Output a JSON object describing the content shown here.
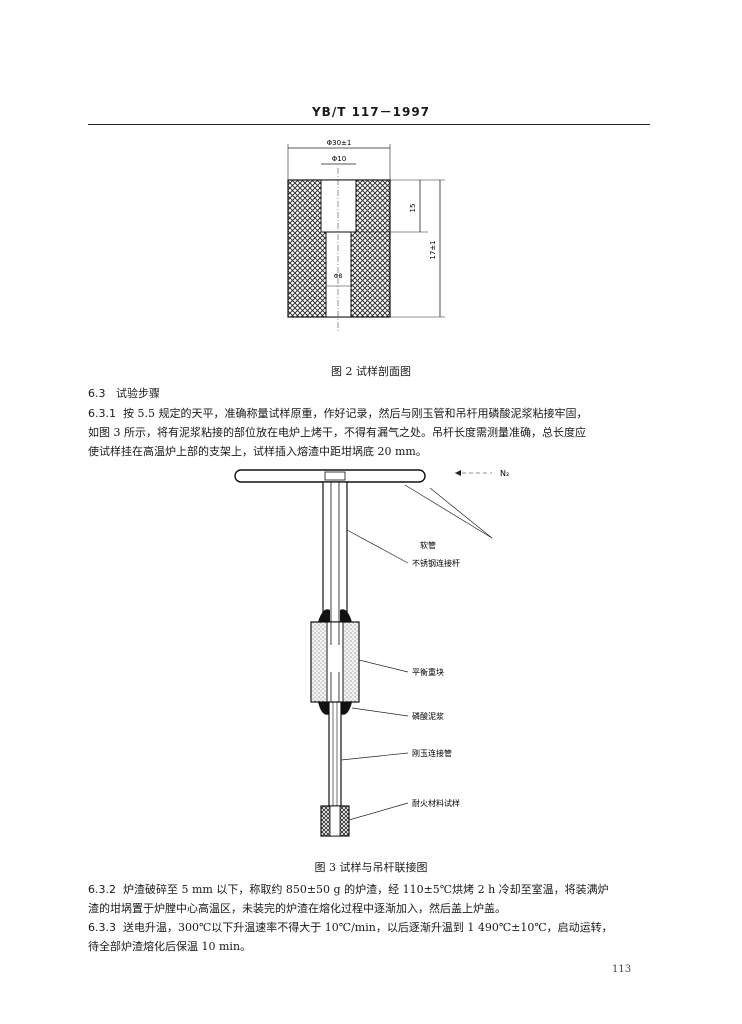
{
  "header": {
    "standard": "YB/T 117－1997"
  },
  "figure2": {
    "caption": "图 2   试样剖面图",
    "dim_outer": "Φ30±1",
    "dim_top_hole": "Φ10",
    "dim_depth": "15",
    "dim_height": "17±1",
    "dim_inner": "Φ8"
  },
  "section": {
    "num": "6.3",
    "title": "试验步骤",
    "paragraphs": [
      {
        "num": "6.3.1",
        "lines": [
          "按 5.5 规定的天平，准确称量试样原重，作好记录，然后与刚玉管和吊杆用磷酸泥浆粘接牢固，",
          "如图 3 所示，将有泥浆粘接的部位放在电炉上烤干，不得有漏气之处。吊杆长度需测量准确，总长度应",
          "使试样挂在高温炉上部的支架上，试样插入熔渣中距坩埚底 20 mm。"
        ]
      }
    ]
  },
  "figure3": {
    "caption": "图 3   试样与吊杆联接图",
    "gas": "N₂",
    "labels": {
      "hose": "软管",
      "rod": "不锈钢连接杆",
      "alumina": "平衡重块",
      "slurry": "磷酸泥浆",
      "corundum_tube": "刚玉连接管",
      "specimen": "耐火材料试样"
    }
  },
  "paragraphs_after": [
    {
      "num": "6.3.2",
      "lines": [
        "炉渣破碎至 5 mm 以下，称取约 850±50 g 的炉渣，经 110±5℃烘烤 2 h 冷却至室温，将装满炉",
        "渣的坩埚置于炉膛中心高温区，未装完的炉渣在熔化过程中逐渐加入，然后盖上炉盖。"
      ]
    },
    {
      "num": "6.3.3",
      "lines": [
        "送电升温，300℃以下升温速率不得大于 10℃/min，以后逐渐升温到 1 490℃±10℃，启动运转，",
        "待全部炉渣熔化后保温 10 min。"
      ]
    }
  ],
  "page_number": "113"
}
